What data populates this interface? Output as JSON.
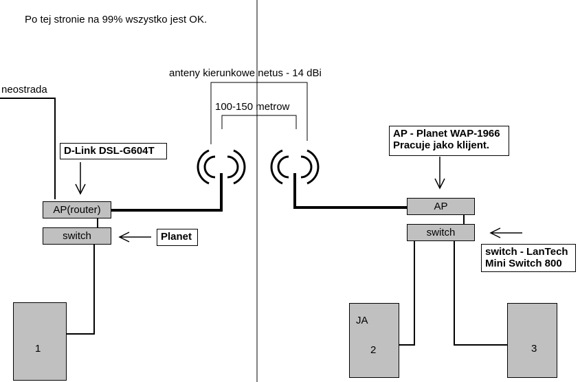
{
  "header_note": "Po tej stronie na 99% wszystko jest OK.",
  "left": {
    "isp_label": "neostrada",
    "router_callout": "D-Link DSL-G604T",
    "router_box": "AP(router)",
    "switch_box": "switch",
    "switch_callout": "Planet",
    "pc_label": "1"
  },
  "link": {
    "antenna_label": "anteny kierunkowe netus - 14 dBi",
    "distance_label": "100-150 metrow"
  },
  "right": {
    "ap_callout_line1": "AP - Planet WAP-1966",
    "ap_callout_line2": "Pracuje jako klijent.",
    "ap_box": "AP",
    "switch_box": "switch",
    "switch_callout_line1": "switch - LanTech",
    "switch_callout_line2": "Mini Switch 800",
    "pc2_tag": "JA",
    "pc2_label": "2",
    "pc3_label": "3"
  },
  "colors": {
    "device_fill": "#c0c0c0",
    "line": "#000000",
    "background": "#ffffff"
  }
}
